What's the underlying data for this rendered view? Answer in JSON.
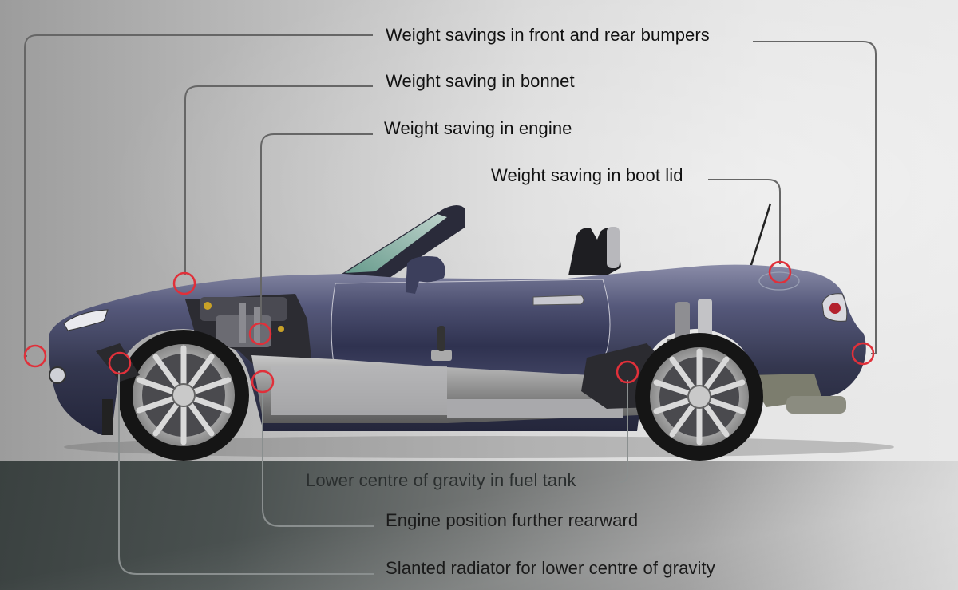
{
  "diagram": {
    "subject": "Convertible roadster cutaway with weight-saving and low centre of gravity callouts",
    "callouts": [
      {
        "id": "bumpers",
        "label": "Weight savings in front and rear bumpers",
        "points": [
          [
            44,
            446
          ],
          [
            1081,
            443
          ]
        ]
      },
      {
        "id": "bonnet",
        "label": "Weight saving in bonnet",
        "points": [
          [
            231,
            354
          ]
        ]
      },
      {
        "id": "engine",
        "label": "Weight saving in engine",
        "points": [
          [
            326,
            418
          ]
        ]
      },
      {
        "id": "boot-lid",
        "label": "Weight saving in boot lid",
        "points": [
          [
            977,
            341
          ]
        ]
      },
      {
        "id": "fuel-tank",
        "label": "Lower centre of gravity in fuel tank",
        "points": [
          [
            786,
            466
          ]
        ]
      },
      {
        "id": "engine-position",
        "label": "Engine position further rearward",
        "points": [
          [
            329,
            478
          ]
        ]
      },
      {
        "id": "radiator",
        "label": "Slanted radiator for lower centre of gravity",
        "points": [
          [
            149,
            455
          ]
        ]
      }
    ],
    "colors": {
      "marker": "#e0303a",
      "leader_line": "#666666",
      "floor_leader_line": "#8a8f8f",
      "car_body": "#3c3f5c",
      "label_text": "#111111"
    }
  }
}
